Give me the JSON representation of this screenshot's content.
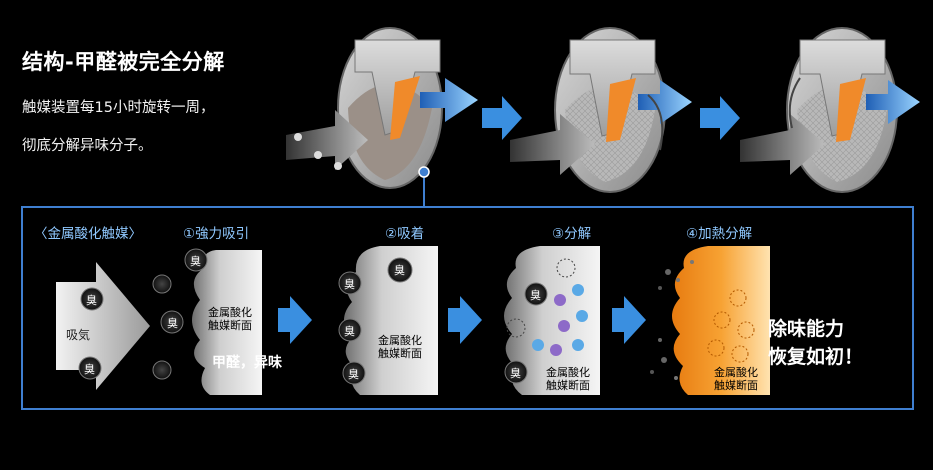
{
  "header": {
    "title": "结构-甲醛被完全分解",
    "desc_line1": "触媒装置每15小时旋转一周，",
    "desc_line2": "彻底分解异味分子。"
  },
  "diagram": {
    "panel_label": "〈金属酸化触媒〉",
    "steps": [
      {
        "label": "①強力吸引"
      },
      {
        "label": "②吸着"
      },
      {
        "label": "③分解"
      },
      {
        "label": "④加熱分解"
      }
    ],
    "flow_label": "吸気",
    "smell": "臭",
    "cross_section": "金属酸化\n触媒断面",
    "cross_line1": "金属酸化",
    "cross_line2": "触媒断面",
    "formaldehyde": "甲醛，异味",
    "restore_line1": "除味能力",
    "restore_line2": "恢复如初！"
  },
  "colors": {
    "accent_blue": "#3f7fd0",
    "label_blue": "#8fc8ff",
    "arrow_blue": "#3a8fe0",
    "heat_orange": "#f7a233"
  }
}
